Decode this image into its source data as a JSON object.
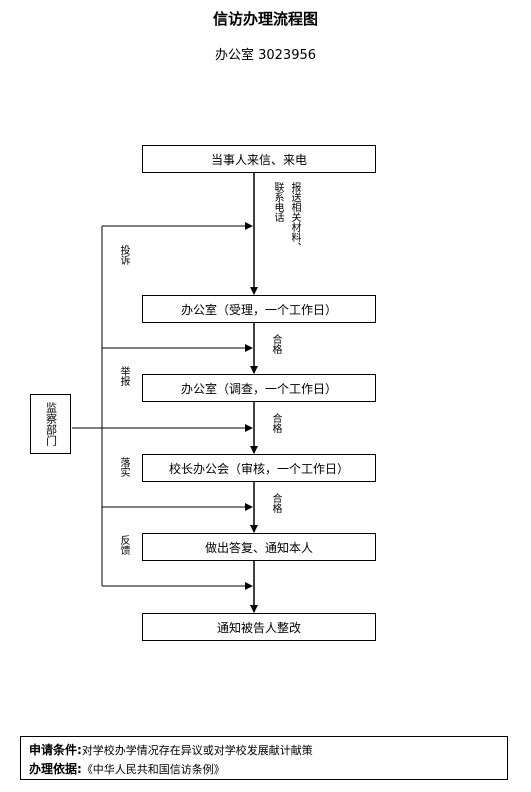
{
  "header": {
    "title": "信访办理流程图",
    "subtitle": "办公室 3023956"
  },
  "flow": {
    "box1": "当事人来信、来电",
    "box2": "办公室（受理，一个工作日）",
    "box3": "办公室（调查，一个工作日）",
    "box4": "校长办公会（审核，一个工作日）",
    "box5": "做出答复、通知本人",
    "box6": "通知被告人整改"
  },
  "side": {
    "supervisor": "监察部门"
  },
  "labels": {
    "contact_phone": "联系电话",
    "send_materials": "报送相关材料、",
    "qualified_1": "合格",
    "qualified_2": "合格",
    "qualified_3": "合格",
    "complaint": "投诉",
    "report": "举报",
    "implement": "落实",
    "feedback": "反馈"
  },
  "footer": {
    "condition_label": "申请条件:",
    "condition_text": "对学校办学情况存在异议或对学校发展献计献策",
    "basis_label": "办理依据:",
    "basis_text": "《中华人民共和国信访条例》"
  }
}
